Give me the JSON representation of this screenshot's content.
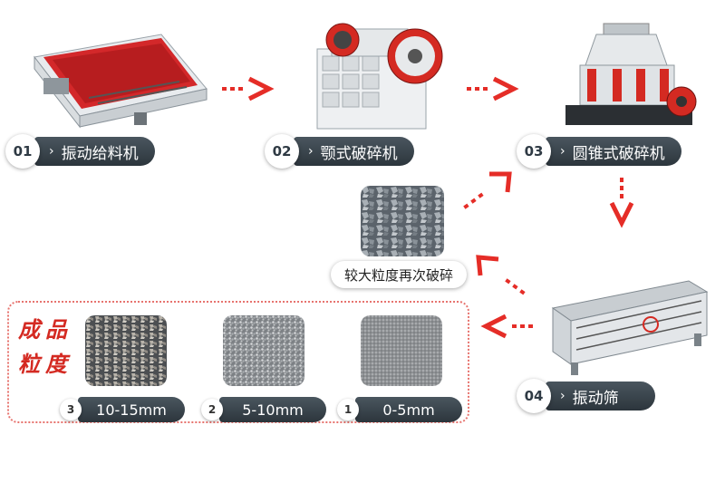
{
  "steps": [
    {
      "num": "01",
      "label": "振动给料机"
    },
    {
      "num": "02",
      "label": "颚式破碎机"
    },
    {
      "num": "03",
      "label": "圆锥式破碎机"
    },
    {
      "num": "04",
      "label": "振动筛"
    }
  ],
  "recrush": {
    "label": "较大粒度再次破碎"
  },
  "products": {
    "title_line1": "成品",
    "title_line2": "粒度",
    "items": [
      {
        "num": "3",
        "label": "10-15mm"
      },
      {
        "num": "2",
        "label": "5-10mm"
      },
      {
        "num": "1",
        "label": "0-5mm"
      }
    ]
  },
  "colors": {
    "arrow": "#e52d27",
    "pill": "#3a444c",
    "accent_red": "#d42a22"
  }
}
